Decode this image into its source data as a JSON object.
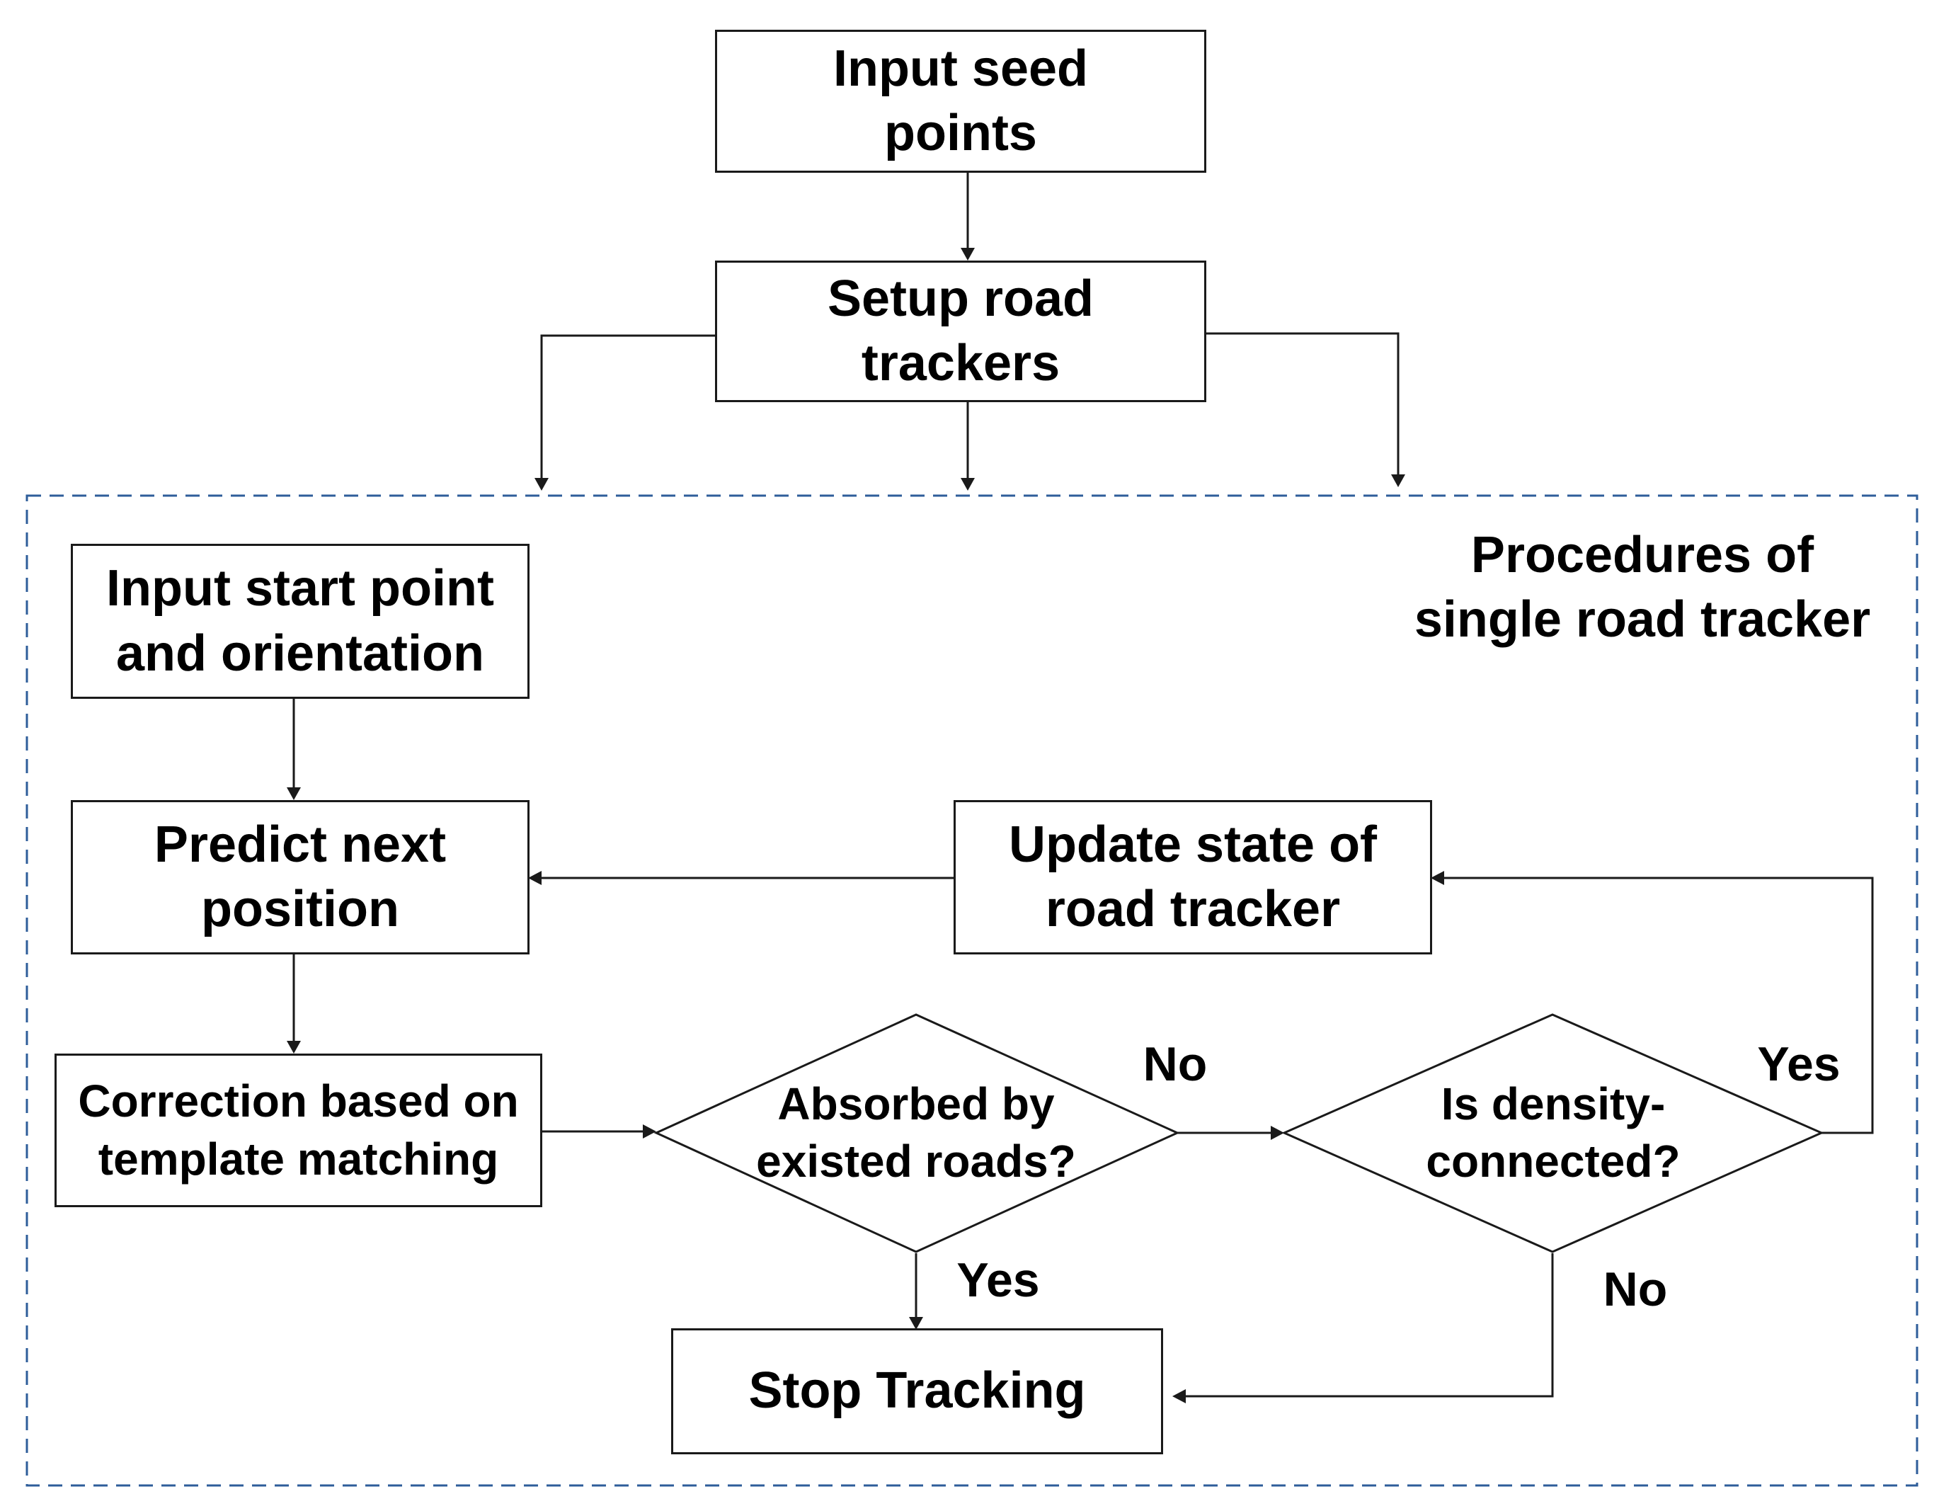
{
  "nodes": {
    "input_seed": "Input seed\npoints",
    "setup_trackers": "Setup road\ntrackers",
    "input_start": "Input start point\nand orientation",
    "predict_next": "Predict next\nposition",
    "update_state": "Update state of\nroad tracker",
    "correction": "Correction based on\ntemplate matching",
    "absorbed": "Absorbed by\nexisted roads?",
    "density": "Is density-\nconnected?",
    "stop": "Stop Tracking"
  },
  "group": {
    "title": "Procedures of\nsingle road tracker"
  },
  "edges": {
    "absorbed_no": "No",
    "absorbed_yes": "Yes",
    "density_yes": "Yes",
    "density_no": "No"
  },
  "colors": {
    "line": "#1a1a1a",
    "group_border": "#2e5d9a"
  }
}
